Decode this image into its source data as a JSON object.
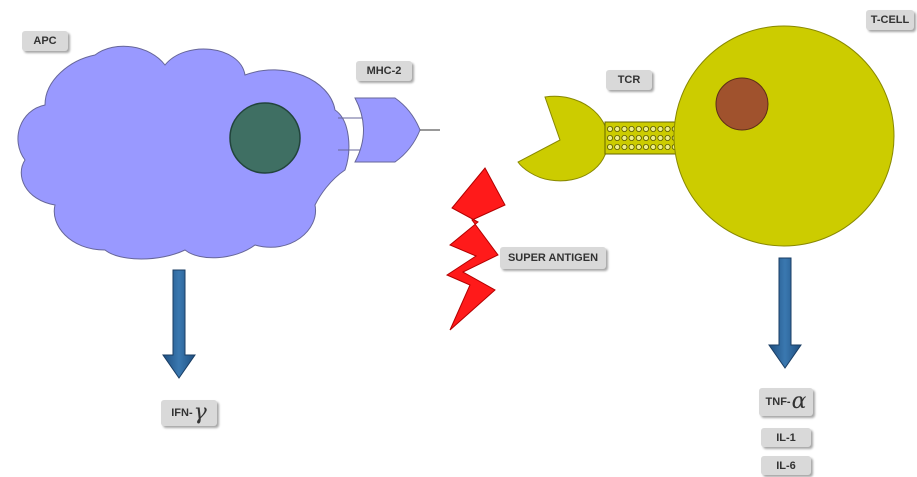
{
  "labels": {
    "apc": "APC",
    "mhc2": "MHC-2",
    "tcr": "TCR",
    "tcell": "T-CELL",
    "super_antigen": "SUPER ANTIGEN",
    "ifn_prefix": "IFN-",
    "ifn_symbol": "γ",
    "tnf_prefix": "TNF-",
    "tnf_symbol": "α",
    "il1": "IL-1",
    "il6": "IL-6"
  },
  "colors": {
    "apc_cell": "#9999ff",
    "apc_nucleus": "#3f6f63",
    "tcell_body": "#cccc00",
    "tcell_nucleus": "#a0522d",
    "super_antigen": "#ff1a1a",
    "arrow": "#2e5f8f",
    "label_bg": "#d9d9d9"
  }
}
